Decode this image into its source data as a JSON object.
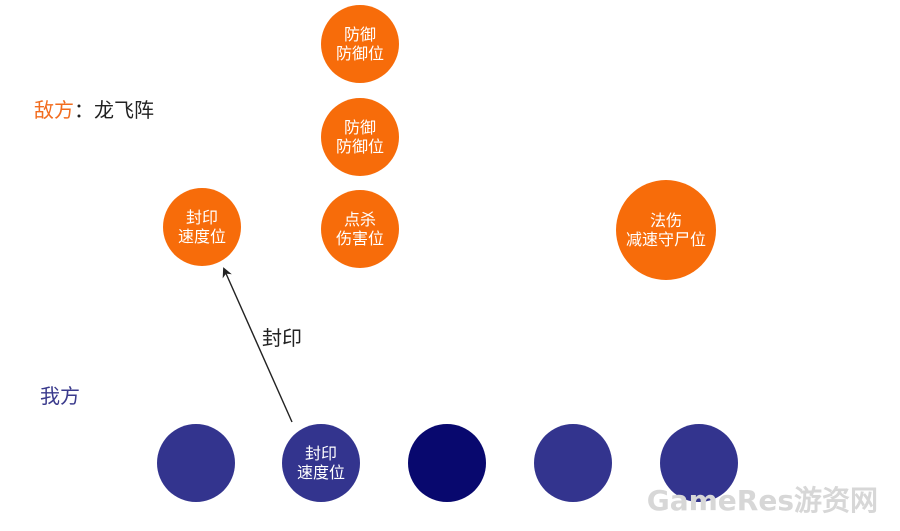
{
  "enemy": {
    "side_label": "敌方",
    "separator": "：",
    "formation": "龙飞阵",
    "nodes": [
      {
        "line1": "防御",
        "line2": "防御位"
      },
      {
        "line1": "防御",
        "line2": "防御位"
      },
      {
        "line1": "封印",
        "line2": "速度位"
      },
      {
        "line1": "点杀",
        "line2": "伤害位"
      },
      {
        "line1": "法伤",
        "line2": "减速守尸位"
      }
    ]
  },
  "ally": {
    "side_label": "我方",
    "nodes": [
      {
        "line1": "",
        "line2": ""
      },
      {
        "line1": "封印",
        "line2": "速度位"
      },
      {
        "line1": "",
        "line2": ""
      },
      {
        "line1": "",
        "line2": ""
      },
      {
        "line1": "",
        "line2": ""
      }
    ]
  },
  "arrow_label": "封印",
  "watermark": "GameRes游资网",
  "colors": {
    "enemy": "#f76c0a",
    "ally": "#33348e",
    "ally_dark": "#08086e",
    "enemy_label": "#f26c1e",
    "ally_label": "#3a3a8c"
  }
}
